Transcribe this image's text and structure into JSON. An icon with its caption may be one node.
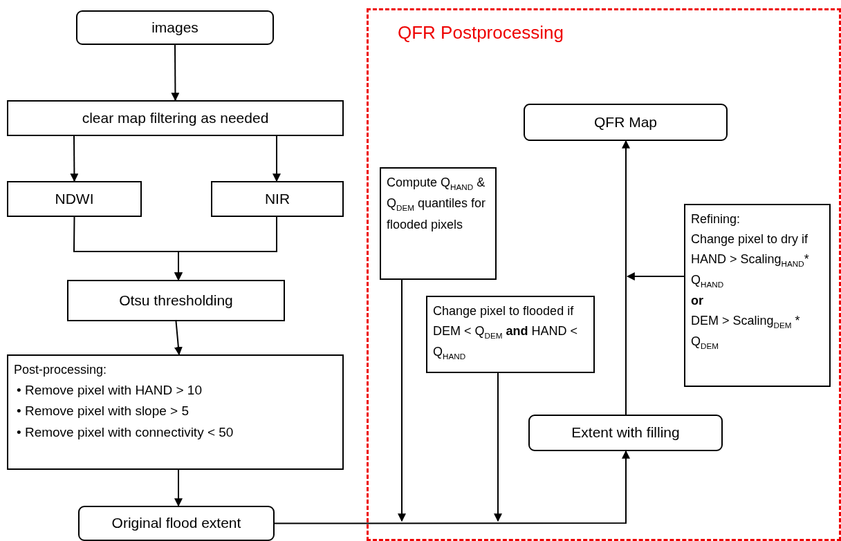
{
  "diagram": {
    "nodes": [
      {
        "text": [
          "images"
        ]
      },
      {
        "text": [
          "clear map filtering as needed"
        ]
      },
      {
        "text": [
          "NDWI"
        ]
      },
      {
        "text": [
          "NIR"
        ]
      },
      {
        "text": [
          "Otsu thresholding"
        ]
      },
      {
        "text": [
          "Post-processing:",
          "• Remove pixel with HAND > 10",
          "• Remove pixel with slope > 5",
          "• Remove pixel with connectivity < 50"
        ]
      },
      {
        "text": [
          "Original flood extent"
        ]
      },
      {
        "text": [
          "QFR Postprocessing"
        ]
      },
      {
        "text": [
          "QFR Map"
        ],
        "in": 7
      },
      {
        "text": [
          "Compute Q$_{HAND}$ & Q$_{DEM}$ quantiles for flooded pixels"
        ],
        "in": 7
      },
      {
        "text": [
          "Change pixel to flooded if DEM < Q$_{DEM}$ **and** HAND < Q$_{HAND}$"
        ],
        "in": 7
      },
      {
        "text": [
          "Refining:",
          "Change pixel to dry if HAND > Scaling$_{HAND}$* Q$_{HAND}$",
          "or",
          "DEM > Scaling$_{DEM}$ * Q$_{DEM}$"
        ],
        "in": 7
      },
      {
        "text": [
          "Extent with filling"
        ],
        "in": 7
      }
    ],
    "edges": [
      {
        "from": 0,
        "to": 1,
        "arrow": "to"
      },
      {
        "from": 1,
        "to": 2,
        "arrow": "to"
      },
      {
        "from": 1,
        "to": 3,
        "arrow": "to"
      },
      {
        "from": 2,
        "to": 4,
        "arrow": "to"
      },
      {
        "from": 3,
        "to": 4,
        "arrow": "to"
      },
      {
        "from": 4,
        "to": 5,
        "arrow": "to"
      },
      {
        "from": 5,
        "to": 6,
        "arrow": "to"
      },
      {
        "from": 6,
        "to": 12,
        "arrow": "to"
      },
      {
        "from": 9,
        "to": null,
        "arrow": "to"
      },
      {
        "from": 10,
        "to": null,
        "arrow": "to"
      },
      {
        "from": 11,
        "to": null,
        "arrow": "to"
      },
      {
        "from": 12,
        "to": 8,
        "arrow": "to"
      }
    ]
  }
}
